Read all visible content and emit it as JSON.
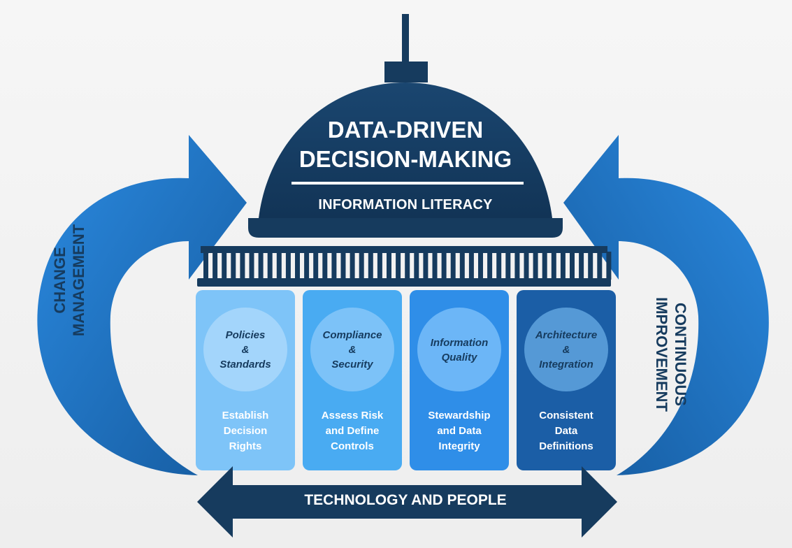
{
  "dome": {
    "title_line1": "DATA-DRIVEN",
    "title_line2": "DECISION-MAKING",
    "subtitle": "INFORMATION LITERACY"
  },
  "pillars": [
    {
      "circle": [
        "Policies",
        "&",
        "Standards"
      ],
      "desc": [
        "Establish",
        "Decision",
        "Rights"
      ],
      "color": "#7ec4f8"
    },
    {
      "circle": [
        "Compliance",
        "&",
        "Security"
      ],
      "desc": [
        "Assess Risk",
        "and Define",
        "Controls"
      ],
      "color": "#49abf2"
    },
    {
      "circle": [
        "Information",
        "Quality"
      ],
      "desc": [
        "Stewardship",
        "and Data",
        "Integrity"
      ],
      "color": "#2f8ee8"
    },
    {
      "circle": [
        "Architecture",
        "&",
        "Integration"
      ],
      "desc": [
        "Consistent",
        "Data",
        "Definitions"
      ],
      "color": "#1b5ea6"
    }
  ],
  "left_arrow": {
    "line1": "CHANGE",
    "line2": "MANAGEMENT"
  },
  "right_arrow": {
    "line1": "CONTINUOUS",
    "line2": "IMPROVEMENT"
  },
  "bottom_arrow": {
    "label": "TECHNOLOGY AND PEOPLE"
  },
  "colors": {
    "navy": "#163b5e",
    "arrow_blue": "#1d6fb8",
    "background": "#f2f2f2"
  }
}
